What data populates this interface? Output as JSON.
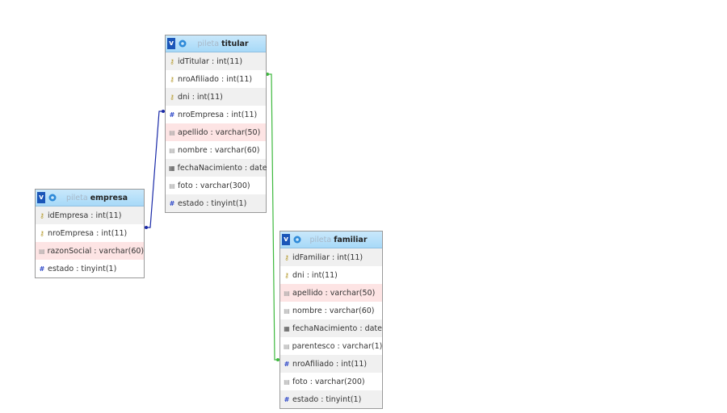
{
  "tables": [
    {
      "id": "titular",
      "db": "pileta",
      "name": "titular",
      "toggle": "v",
      "rows": [
        {
          "text": "idTitular : int(11)",
          "icon": "key-icon",
          "hl": false
        },
        {
          "text": "nroAfiliado : int(11)",
          "icon": "key-icon",
          "hl": false
        },
        {
          "text": "dni : int(11)",
          "icon": "key-icon",
          "hl": false
        },
        {
          "text": "nroEmpresa : int(11)",
          "icon": "number-icon",
          "hl": false
        },
        {
          "text": "apellido : varchar(50)",
          "icon": "text-icon",
          "hl": true
        },
        {
          "text": "nombre : varchar(60)",
          "icon": "text-icon",
          "hl": false
        },
        {
          "text": "fechaNacimiento : date",
          "icon": "date-icon",
          "hl": false
        },
        {
          "text": "foto : varchar(300)",
          "icon": "text-icon",
          "hl": false
        },
        {
          "text": "estado : tinyint(1)",
          "icon": "number-icon",
          "hl": false
        }
      ]
    },
    {
      "id": "empresa",
      "db": "pileta",
      "name": "empresa",
      "toggle": "v",
      "rows": [
        {
          "text": "idEmpresa : int(11)",
          "icon": "key-icon",
          "hl": false
        },
        {
          "text": "nroEmpresa : int(11)",
          "icon": "key-icon",
          "hl": false
        },
        {
          "text": "razonSocial : varchar(60)",
          "icon": "text-icon",
          "hl": true
        },
        {
          "text": "estado : tinyint(1)",
          "icon": "number-icon",
          "hl": false
        }
      ]
    },
    {
      "id": "familiar",
      "db": "pileta",
      "name": "familiar",
      "toggle": "v",
      "rows": [
        {
          "text": "idFamiliar : int(11)",
          "icon": "key-icon",
          "hl": false
        },
        {
          "text": "dni : int(11)",
          "icon": "key-icon",
          "hl": false
        },
        {
          "text": "apellido : varchar(50)",
          "icon": "text-icon",
          "hl": true
        },
        {
          "text": "nombre : varchar(60)",
          "icon": "text-icon",
          "hl": false
        },
        {
          "text": "fechaNacimiento : date",
          "icon": "date-icon",
          "hl": false
        },
        {
          "text": "parentesco : varchar(1)",
          "icon": "text-icon",
          "hl": false
        },
        {
          "text": "nroAfiliado : int(11)",
          "icon": "number-icon",
          "hl": false
        },
        {
          "text": "foto : varchar(200)",
          "icon": "text-icon",
          "hl": false
        },
        {
          "text": "estado : tinyint(1)",
          "icon": "number-icon",
          "hl": false
        }
      ]
    }
  ],
  "relations": [
    {
      "from": "empresa.nroEmpresa",
      "to": "titular.nroEmpresa",
      "color": "#1a2aa8"
    },
    {
      "from": "titular.nroAfiliado",
      "to": "familiar.nroAfiliado",
      "color": "#3cb83c"
    }
  ],
  "colors": {
    "header": "#b3dff9",
    "toggle": "#1b56b8",
    "highlight": "#fde4e4",
    "stripe": "#f0f0f0"
  }
}
